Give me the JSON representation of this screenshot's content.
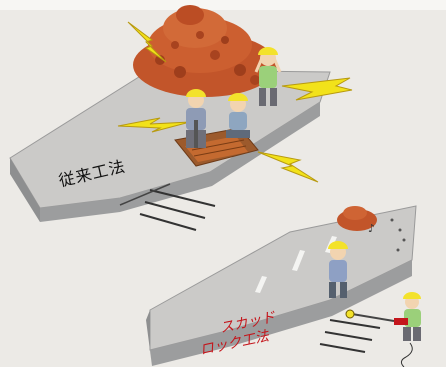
{
  "labels": {
    "conventional_method": "従来工法",
    "new_method_line1": "スカッド",
    "new_method_line2": "ロック工法"
  },
  "colors": {
    "background": "#eceae6",
    "slab_top": "#c9c8c6",
    "slab_side": "#8f8f90",
    "debris": "#c2552a",
    "lightning": "#f2e21a",
    "helmet": "#f3e22b",
    "label_red": "#c4161c"
  }
}
